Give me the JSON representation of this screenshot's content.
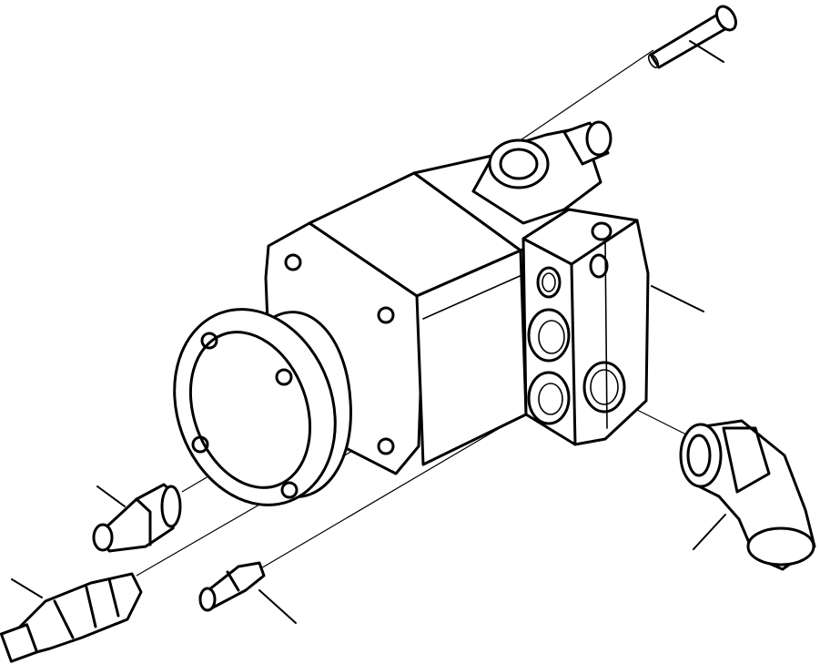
{
  "diagram": {
    "kind": "exploded-parts-drawing",
    "background_color": "#ffffff",
    "line_color": "#000000",
    "parts": [
      {
        "id": "bolt"
      },
      {
        "id": "elbow-fitting-top"
      },
      {
        "id": "valve-housing"
      },
      {
        "id": "flange-adapter"
      },
      {
        "id": "elbow-fitting-right"
      },
      {
        "id": "pressure-switch-upper"
      },
      {
        "id": "pressure-switch-lower"
      },
      {
        "id": "grease-fitting"
      }
    ]
  }
}
